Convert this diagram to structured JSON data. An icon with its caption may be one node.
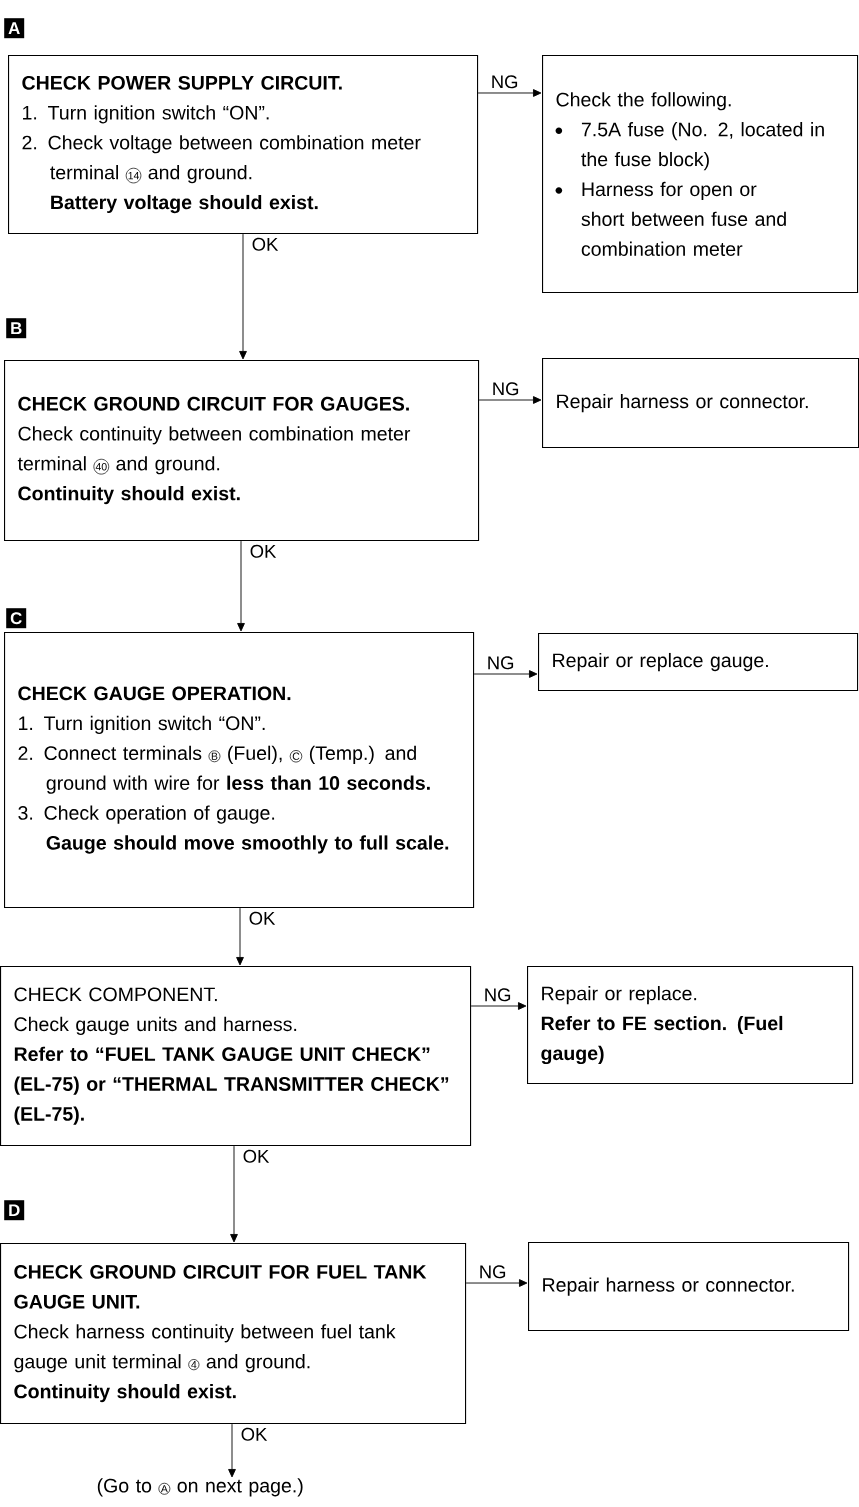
{
  "diagram": {
    "nodes": [
      {
        "text": [
          "CHECK POWER SUPPLY CIRCUIT.",
          "1. Turn ignition switch “ON”.",
          "2. Check voltage between combination meter terminal",
          "14",
          "and ground.",
          "Battery voltage should exist."
        ],
        "beside": [
          "A"
        ]
      },
      {
        "text": [
          "Check the following.",
          "7.5A fuse (No. 2, located in the fuse block)",
          "Harness for open or short between fuse and combination meter"
        ]
      },
      {
        "text": [
          "CHECK GROUND CIRCUIT FOR GAUGES.",
          "Check continuity between combination meter terminal",
          "40",
          "and ground.",
          "Continuity should exist."
        ],
        "beside": [
          "B"
        ]
      },
      {
        "text": [
          "Repair harness or connector."
        ]
      },
      {
        "text": [
          "CHECK GAUGE OPERATION.",
          "1. Turn ignition switch “ON”.",
          "2. Connect terminals",
          "B",
          "(Fuel),",
          "C",
          "(Temp.) and ground with wire for **less than 10 seconds.**",
          "3. Check operation of gauge.",
          "Gauge should move smoothly to full scale."
        ],
        "beside": [
          "C"
        ]
      },
      {
        "text": [
          "Repair or replace gauge."
        ]
      },
      {
        "text": [
          "CHECK COMPONENT.",
          "Check gauge units and harness.",
          "Refer to “FUEL TANK GAUGE UNIT CHECK” (EL-75) or “THERMAL TRANSMITTER CHECK” (EL-75)."
        ]
      },
      {
        "text": [
          "Repair or replace.",
          "Refer to FE section. (Fuel gauge)"
        ]
      },
      {
        "text": [
          "CHECK GROUND CIRCUIT FOR FUEL TANK GAUGE UNIT.",
          "Check harness continuity between fuel tank gauge unit terminal",
          "4",
          "and ground.",
          "Continuity should exist."
        ],
        "beside": [
          "D"
        ]
      },
      {
        "text": [
          "Repair harness or connector."
        ]
      },
      {
        "text": [
          "(Go to",
          "A",
          "on next page.)"
        ]
      }
    ],
    "edges": [
      {
        "from": 0,
        "to": 1,
        "arrow": "to",
        "label": "NG"
      },
      {
        "from": 0,
        "to": 2,
        "arrow": "to",
        "label": "OK"
      },
      {
        "from": 2,
        "to": 3,
        "arrow": "to",
        "label": "NG"
      },
      {
        "from": 2,
        "to": 4,
        "arrow": "to",
        "label": "OK"
      },
      {
        "from": 4,
        "to": 5,
        "arrow": "to",
        "label": "NG"
      },
      {
        "from": 4,
        "to": 6,
        "arrow": "to",
        "label": "OK"
      },
      {
        "from": 6,
        "to": 7,
        "arrow": "to",
        "label": "NG"
      },
      {
        "from": 6,
        "to": 8,
        "arrow": "to",
        "label": "OK"
      },
      {
        "from": 8,
        "to": 9,
        "arrow": "to",
        "label": "NG"
      },
      {
        "from": 8,
        "to": 10,
        "arrow": "to",
        "label": "OK"
      }
    ]
  }
}
